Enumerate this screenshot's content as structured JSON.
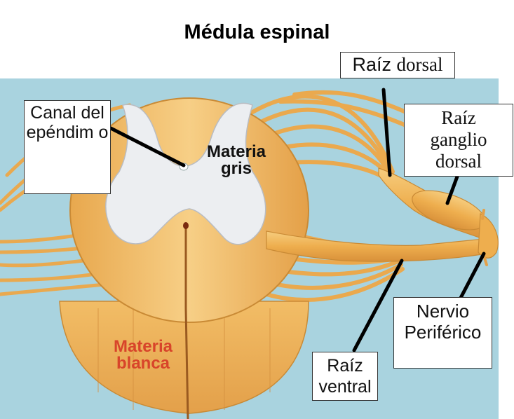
{
  "title": "Médula espinal",
  "labels": {
    "canal": "Canal del epéndim o",
    "materia_gris": "Materia gris",
    "materia_blanca": "Materia blanca",
    "raiz_dorsal_a": "Raíz",
    "raiz_dorsal_b": "dorsal",
    "raiz_ganglio": "Raíz ganglio dorsal",
    "nervio_periferico": "Nervio Periférico",
    "raiz_ventral": "Raíz ventral"
  },
  "colors": {
    "background_panel": "#a9d3df",
    "nerve": "#f0b455",
    "white_matter": "#f3c070",
    "gray_matter": "#e8eaee",
    "materia_blanca_text": "#d8442a",
    "materia_gris_text": "#111111"
  }
}
